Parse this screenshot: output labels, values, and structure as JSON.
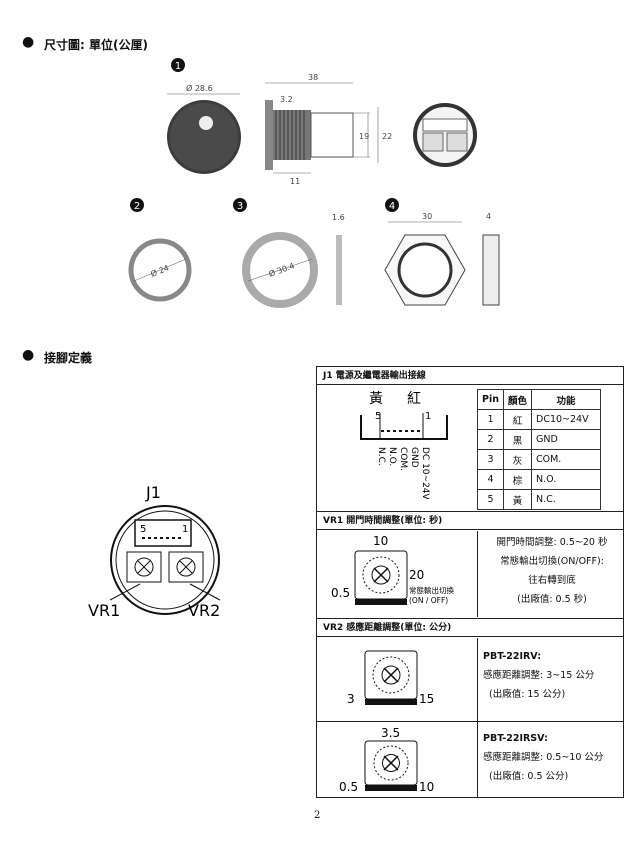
{
  "section1": {
    "title": "尺寸圖: 單位(公厘)"
  },
  "section2": {
    "title": "接腳定義"
  },
  "dims": {
    "circle1": "1",
    "d28": "Ø 28.6",
    "len38": "38",
    "t32": "3.2",
    "h19": "19",
    "h22": "22",
    "w11": "11",
    "circle2": "2",
    "d24": "Ø 24",
    "circle3": "3",
    "d30": "Ø 30.4",
    "t16": "1.6",
    "circle4": "4",
    "w30": "30",
    "t4": "4"
  },
  "connector_diagram": {
    "j1": "J1",
    "pin5": "5",
    "pin1": "1",
    "vr1": "VR1",
    "vr2": "VR2"
  },
  "j1_panel": {
    "title": "J1 電源及繼電器輸出接線",
    "color_yellow": "黃",
    "color_red": "紅",
    "pin5": "5",
    "pin1": "1",
    "wire_labels": [
      "DC 10~24V",
      "GND",
      "COM.",
      "N.O.",
      "N.C."
    ],
    "headers": {
      "pin": "Pin",
      "color": "顏色",
      "func": "功能"
    },
    "rows": [
      {
        "pin": "1",
        "color": "紅",
        "func": "DC10~24V"
      },
      {
        "pin": "2",
        "color": "黑",
        "func": "GND"
      },
      {
        "pin": "3",
        "color": "灰",
        "func": "COM."
      },
      {
        "pin": "4",
        "color": "棕",
        "func": "N.O."
      },
      {
        "pin": "5",
        "color": "黃",
        "func": "N.C."
      }
    ]
  },
  "vr1_panel": {
    "title": "VR1 開門時間調整(單位: 秒)",
    "dial_top": "10",
    "dial_right": "20",
    "dial_left": "0.5",
    "dial_note1": "常態輸出切換",
    "dial_note2": "(ON / OFF)",
    "note1": "開門時間調整: 0.5~20 秒",
    "note2": "常態輸出切換(ON/OFF):",
    "note3": "往右轉到底",
    "note4": "(出廠值: 0.5 秒)"
  },
  "vr2_panel": {
    "title": "VR2 感應距離調整(單位: 公分)",
    "dial_a_left": "3",
    "dial_a_right": "15",
    "model_a": "PBT-22IRV:",
    "model_a_note1": "感應距離調整: 3~15 公分",
    "model_a_note2": "(出廠值: 15 公分)",
    "dial_b_top": "3.5",
    "dial_b_left": "0.5",
    "dial_b_right": "10",
    "model_b": "PBT-22IRSV:",
    "model_b_note1": "感應距離調整: 0.5~10 公分",
    "model_b_note2": "(出廠值: 0.5 公分)"
  },
  "page_number": "2"
}
